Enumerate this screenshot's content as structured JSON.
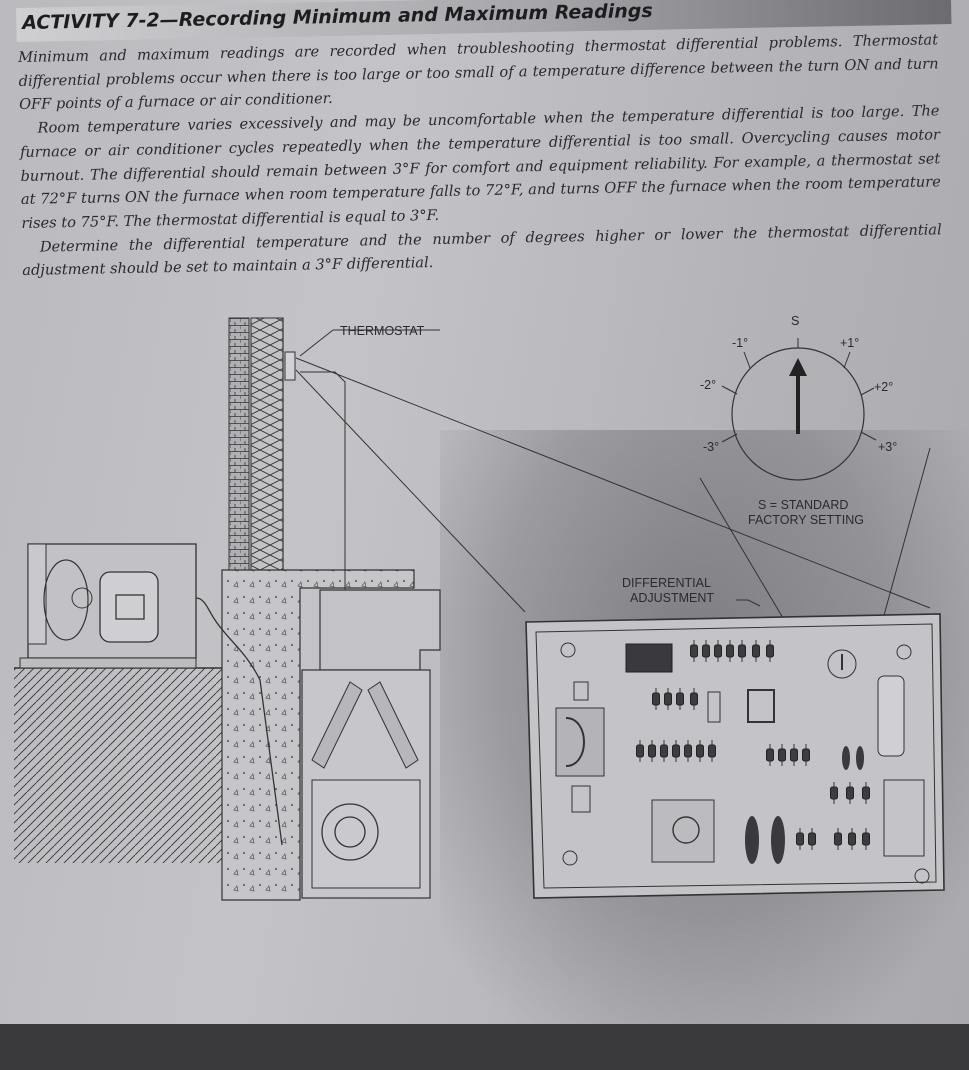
{
  "activity": {
    "title": "ACTIVITY 7-2—Recording Minimum and Maximum Readings",
    "paragraphs": [
      "Minimum and maximum readings are recorded when troubleshooting thermostat differential problems. Thermostat differential problems occur when there is too large or too small of a temperature difference between the turn ON and turn OFF points of a furnace or air conditioner.",
      "Room temperature varies excessively and may be uncomfortable when the temperature differential is too large. The furnace or air conditioner cycles repeatedly when the temperature differential is too small. Overcycling causes motor burnout. The differential should remain between 3°F for comfort and equipment reliability. For example, a thermostat set at 72°F turns ON the furnace when room temperature falls to 72°F, and turns OFF the furnace when the room temperature rises to 75°F. The thermostat differential is equal to 3°F.",
      "Determine the differential temperature and the number of degrees higher or lower the thermostat differential adjustment should be set to maintain a 3°F differential."
    ]
  },
  "figure": {
    "thermostat_label": "THERMOSTAT",
    "dial": {
      "marks": [
        "-3°",
        "-2°",
        "-1°",
        "S",
        "+1°",
        "+2°",
        "+3°"
      ],
      "legend_line1": "S = STANDARD",
      "legend_line2": "FACTORY SETTING"
    },
    "differential_line1": "DIFFERENTIAL",
    "differential_line2": "ADJUSTMENT"
  }
}
